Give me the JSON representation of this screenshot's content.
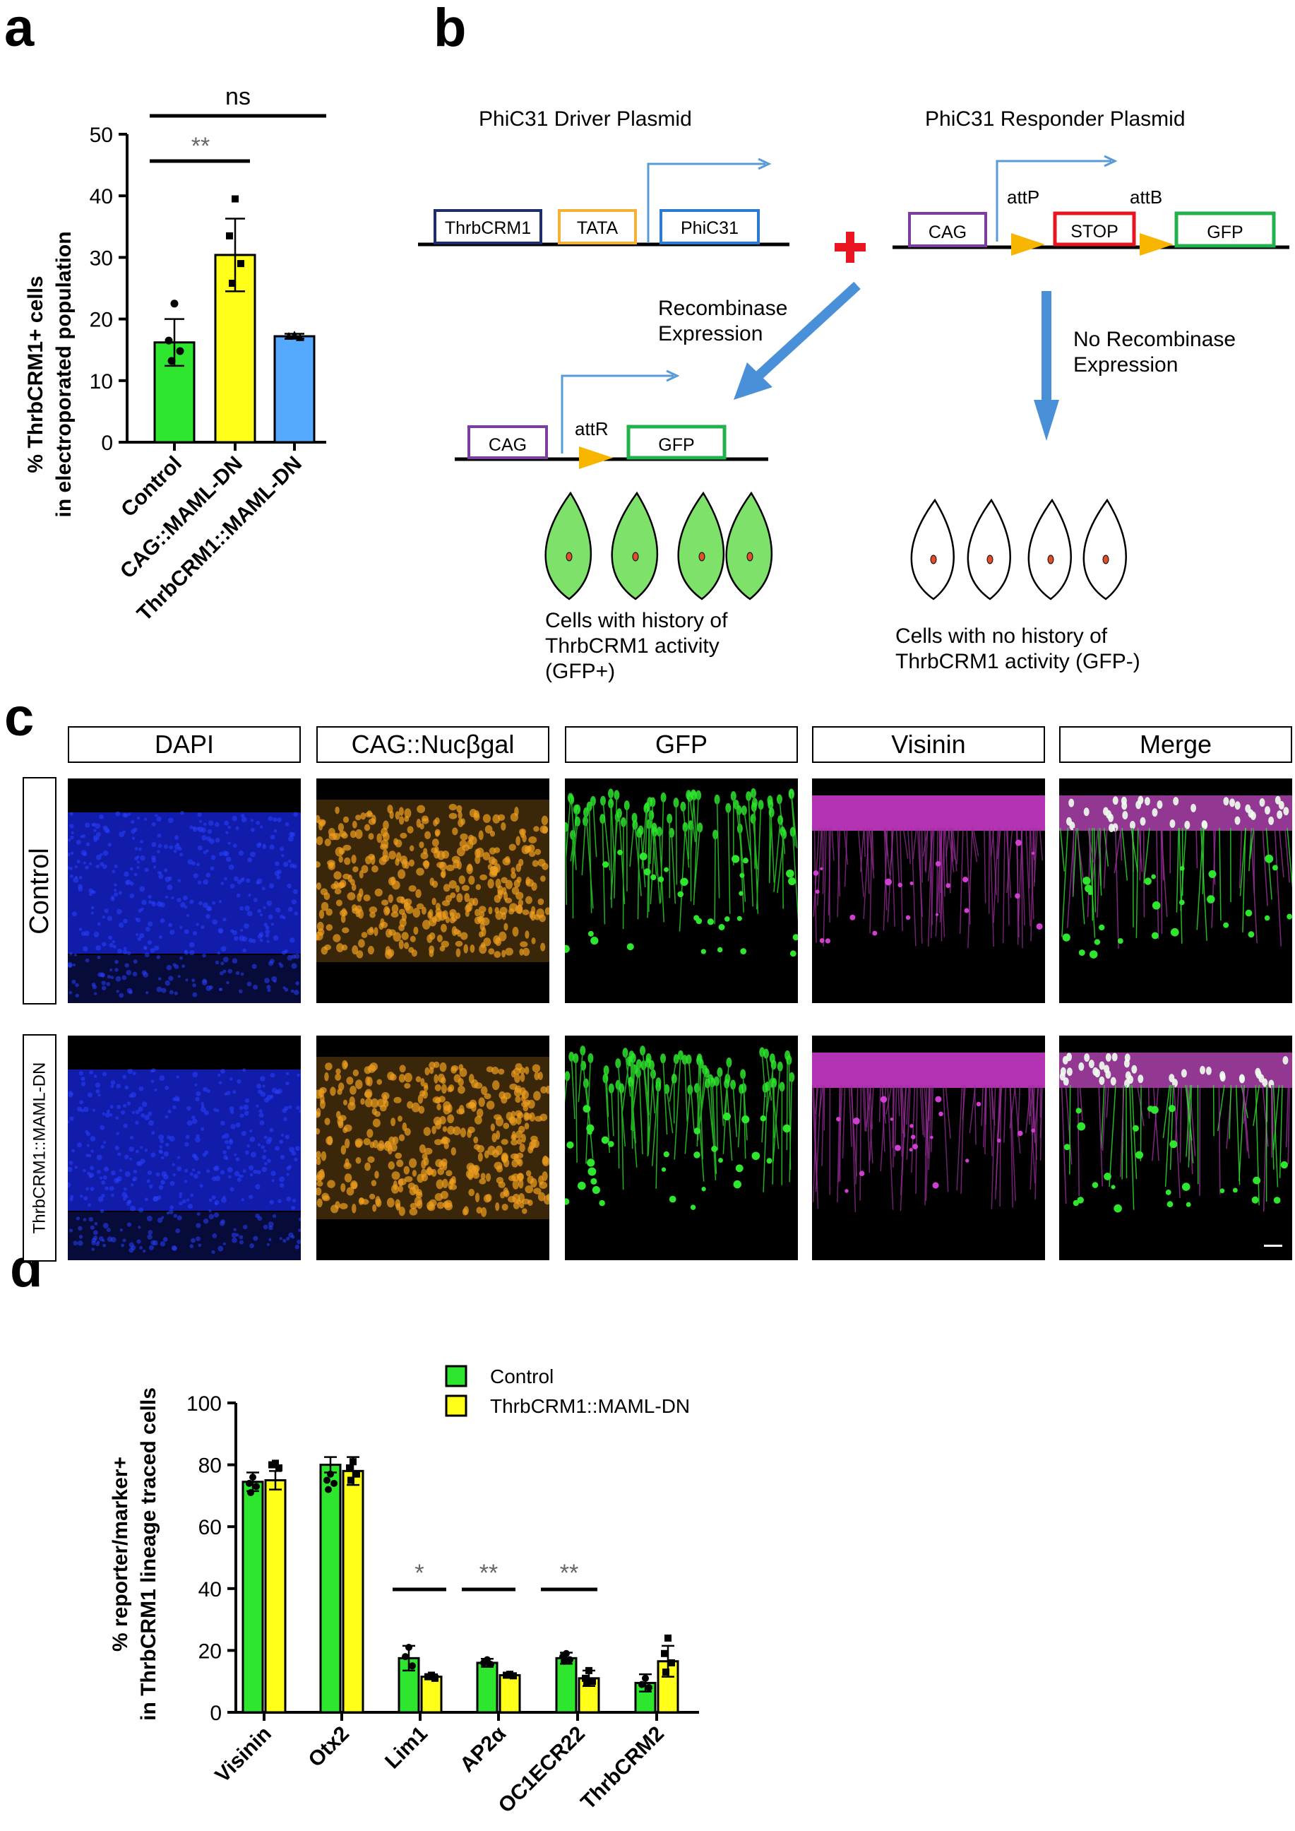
{
  "panels": {
    "a": "a",
    "b": "b",
    "c": "c",
    "d": "d"
  },
  "panel_a": {
    "chart_data": {
      "type": "bar",
      "ylabel_line1": "% ThrbCRM1+ cells",
      "ylabel_line2": "in electroporated population",
      "ylim": [
        0,
        50
      ],
      "yticks": [
        0,
        10,
        20,
        30,
        40,
        50
      ],
      "categories": [
        "Control",
        "CAG::MAML-DN",
        "ThrbCRM1::MAML-DN"
      ],
      "values": [
        16.2,
        30.4,
        17.2
      ],
      "errors": [
        3.8,
        5.9,
        0.4
      ],
      "colors": [
        "#2ee62e",
        "#ffff1a",
        "#55aaff"
      ],
      "points": [
        [
          22.5,
          16.5,
          14.8,
          13.2
        ],
        [
          39.5,
          33.5,
          29.0,
          25.8
        ],
        [
          17.4,
          17.2,
          17.0
        ]
      ],
      "significance": [
        {
          "label": "ns",
          "from": 0,
          "to": 2
        },
        {
          "label": "**",
          "from": 0,
          "to": 1
        }
      ]
    }
  },
  "panel_b": {
    "driver_title": "PhiC31 Driver Plasmid",
    "responder_title": "PhiC31 Responder Plasmid",
    "driver_boxes": [
      "ThrbCRM1",
      "TATA",
      "PhiC31"
    ],
    "responder_boxes": [
      "CAG",
      "STOP",
      "GFP"
    ],
    "attP": "attP",
    "attB": "attB",
    "attR": "attR",
    "recombined_boxes": [
      "CAG",
      "GFP"
    ],
    "recombinase_line1": "Recombinase",
    "recombinase_line2": "Expression",
    "no_recombinase_line1": "No Recombinase",
    "no_recombinase_line2": "Expression",
    "green_caption": [
      "Cells with history of",
      "ThrbCRM1 activity",
      "(GFP+)"
    ],
    "white_caption": [
      "Cells with no history of",
      "ThrbCRM1 activity (GFP-)"
    ],
    "colors": {
      "thrbcrm1_box": "#1f2e6b",
      "tata_box": "#f2b233",
      "phic31_box": "#2a7bd1",
      "cag_box": "#7b3fa0",
      "stop_box": "#e8141f",
      "gfp_box": "#21b24b",
      "arrow_blue": "#4a90d9",
      "promoter_arrow": "#5b9bd5",
      "att_triangle": "#f7b500",
      "plus": "#e8141f",
      "cell_green": "#7ee26a",
      "nucleus": "#e05028"
    }
  },
  "panel_c": {
    "columns": [
      "DAPI",
      "CAG::Nucβgal",
      "GFP",
      "Visinin",
      "Merge"
    ],
    "rows": [
      "Control",
      "ThrbCRM1::MAML-DN"
    ],
    "channel_colors": [
      "#1a2cf0",
      "#f0a020",
      "#2ee62e",
      "#e040e0",
      "#ffffff"
    ]
  },
  "panel_d": {
    "chart_data": {
      "type": "bar",
      "ylabel_line1": "% reporter/marker+",
      "ylabel_line2": "in ThrbCRM1 lineage traced cells",
      "ylim": [
        0,
        100
      ],
      "yticks": [
        0,
        20,
        40,
        60,
        80,
        100
      ],
      "categories": [
        "Visinin",
        "Otx2",
        "Lim1",
        "AP2α",
        "OC1ECR22",
        "ThrbCRM2"
      ],
      "series": [
        {
          "name": "Control",
          "color": "#2ee62e",
          "values": [
            74.5,
            80.0,
            17.5,
            16.0,
            17.5,
            9.5
          ],
          "errors": [
            3.0,
            2.5,
            4.0,
            1.3,
            1.8,
            2.8
          ]
        },
        {
          "name": "ThrbCRM1::MAML-DN",
          "color": "#ffff1a",
          "values": [
            75.0,
            78.0,
            11.5,
            12.0,
            11.0,
            16.5
          ],
          "errors": [
            3.0,
            4.5,
            0.8,
            0.6,
            2.5,
            5.0
          ]
        }
      ],
      "points": [
        [
          [
            76,
            74,
            73,
            71
          ],
          [
            80.5,
            80,
            79
          ]
        ],
        [
          [
            77,
            75,
            74,
            72
          ],
          [
            81,
            79,
            77,
            75
          ]
        ],
        [
          [
            21,
            18,
            15
          ],
          [
            12,
            11.5,
            11
          ]
        ],
        [
          [
            17,
            16,
            15.5
          ],
          [
            12.3,
            12,
            11.8
          ]
        ],
        [
          [
            19,
            18,
            17,
            16.5
          ],
          [
            13.5,
            11,
            10,
            9.5
          ]
        ],
        [
          [
            11,
            9,
            8
          ],
          [
            24,
            19,
            16,
            13
          ]
        ]
      ],
      "significance": [
        {
          "label": "*",
          "category": 2
        },
        {
          "label": "**",
          "category": 3
        },
        {
          "label": "**",
          "category": 4
        }
      ]
    }
  }
}
